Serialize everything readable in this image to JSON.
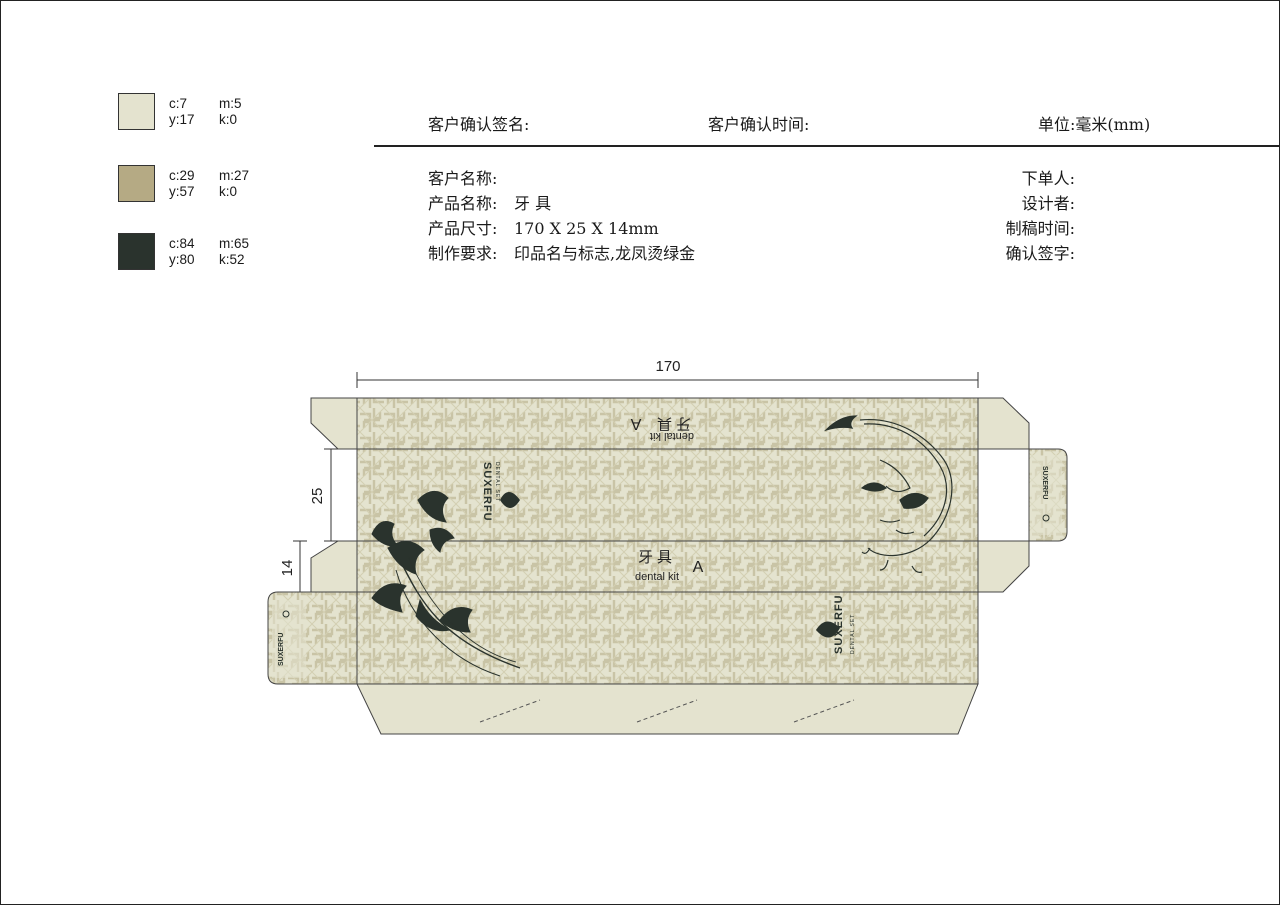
{
  "swatches": [
    {
      "color": "#e4e3cf",
      "c": "c:7",
      "m": "m:5",
      "y": "y:17",
      "k": "k:0"
    },
    {
      "color": "#b5aa84",
      "c": "c:29",
      "m": "m:27",
      "y": "y:57",
      "k": "k:0"
    },
    {
      "color": "#2a332d",
      "c": "c:84",
      "m": "m:65",
      "y": "y:80",
      "k": "k:52"
    }
  ],
  "header": {
    "customer_sign": "客户确认签名:",
    "customer_time": "客户确认时间:",
    "unit": "单位:毫米(mm)"
  },
  "info_left": [
    {
      "label": "客户名称:",
      "value": ""
    },
    {
      "label": "产品名称:",
      "value": "牙 具"
    },
    {
      "label": "产品尺寸:",
      "value": "170 X 25  X  14mm"
    },
    {
      "label": "制作要求:",
      "value": "印品名与标志,龙凤烫绿金"
    }
  ],
  "info_right": [
    "下单人:",
    "设计者:",
    "制稿时间:",
    "确认签字:"
  ],
  "dieline": {
    "dim_length": "170",
    "dim_height": "25",
    "dim_depth": "14",
    "product_cn": "牙具",
    "product_en": "dental kit",
    "panel_mark": "A",
    "brand": "SUXERFU",
    "brand_sub": "DENTAL SET"
  },
  "colors": {
    "paper": "#e4e3cf",
    "pattern": "#c9c4a6",
    "ink": "#2a332d"
  }
}
